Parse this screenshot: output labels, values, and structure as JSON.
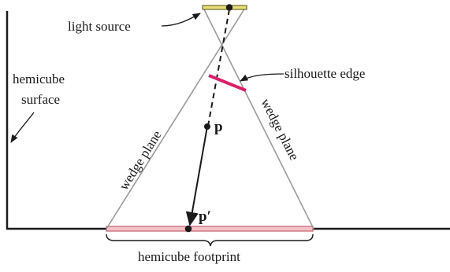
{
  "labels": {
    "light_source": "light source",
    "silhouette_edge": "silhouette edge",
    "hemicube_surface_line1": "hemicube",
    "hemicube_surface_line2": "surface",
    "wedge_plane_left": "wedge plane",
    "wedge_plane_right": "wedge plane",
    "point_p": "p",
    "point_p_prime": "p′",
    "hemicube_footprint": "hemicube footprint"
  },
  "colors": {
    "light_source_fill": "#e8de7a",
    "light_source_stroke": "#6b6a2a",
    "silhouette_edge": "#d8206a",
    "footprint_fill": "#f3c2c6",
    "footprint_stroke": "#c06070",
    "wedge_plane": "#9a9a9a",
    "ink": "#1a1a1a"
  }
}
